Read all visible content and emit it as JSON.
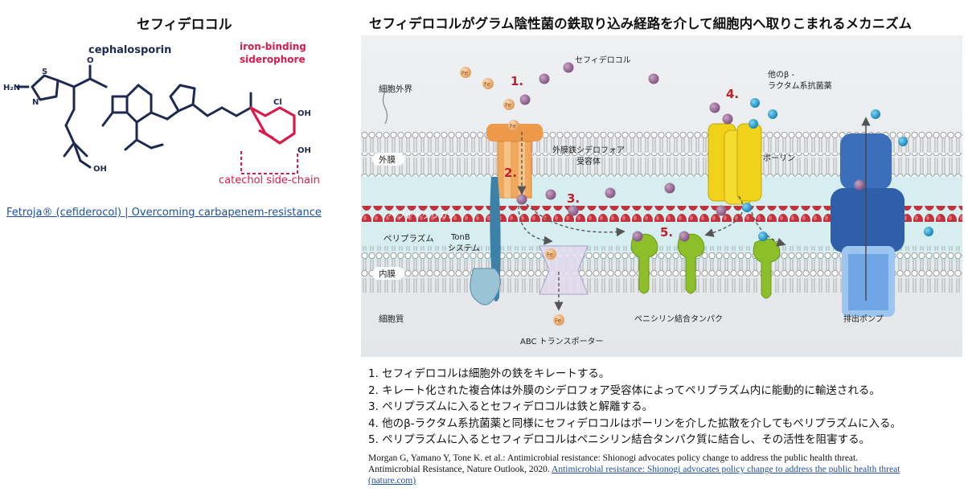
{
  "left": {
    "title": "セフィデロコル",
    "structure_labels": {
      "cephalosporin": "cephalosporin",
      "siderophore_line1": "iron-binding",
      "siderophore_line2": "siderophore",
      "catechol": "catechol side-chain",
      "h2n": "H₂N",
      "s1": "S",
      "n_ring": "N",
      "o1": "O",
      "oh1": "OH",
      "cl": "Cl",
      "oh2": "OH",
      "oh3": "OH"
    },
    "link_text": "Fetroja® (cefiderocol) | Overcoming carbapenem-resistance"
  },
  "right": {
    "title": "セフィデロコルがグラム陰性菌の鉄取り込み経路を介して細胞内へ取りこまれるメカニズム",
    "diagram": {
      "labels": {
        "extracellular": "細胞外界",
        "outer_membrane": "外膜",
        "peptidoglycan": "ペプチドグリカン",
        "periplasm": "ペリプラズム",
        "inner_membrane": "内膜",
        "cytoplasm": "細胞質",
        "cefiderocol": "セフィデロコル",
        "other_beta_line1": "他のβ -",
        "other_beta_line2": "ラクタム系抗菌薬",
        "receptor_line1": "外膜鉄シデロフォア",
        "receptor_line2": "受容体",
        "porin": "ポーリン",
        "tonb_line1": "TonB",
        "tonb_line2": "システム",
        "pbp": "ペニシリン結合タンパク",
        "efflux": "排出ポンプ",
        "abc": "ABC トランスポーター",
        "fe": "Fe"
      },
      "step_numbers": [
        "1.",
        "2.",
        "3.",
        "4.",
        "5."
      ]
    },
    "steps": [
      "1. セフィデロコルは細胞外の鉄をキレートする。",
      "2. キレート化された複合体は外膜のシデロフォア受容体によってペリプラズム内に能動的に輸送される。",
      "3. ペリプラズムに入るとセフィデロコルは鉄と解離する。",
      "4. 他のβ-ラクタム系抗菌薬と同様にセフィデロコルはポーリンを介した拡散を介してもペリプラズムに入る。",
      "5. ペリプラズムに入るとセフィデロコルはペニシリン結合タンパク質に結合し、その活性を阻害する。"
    ],
    "reference": {
      "line1": "Morgan G, Yamano Y, Tone K. et al.: Antimicrobial resistance: Shionogi advocates policy change to address the public health threat.",
      "line2_prefix": "Antimicrobial Resistance, Nature Outlook, 2020. ",
      "link": "Antimicrobial resistance: Shionogi advocates policy change to address the public health threat",
      "link2": "(nature.com)"
    }
  },
  "colors": {
    "navy": "#1e2a4f",
    "crimson": "#d81b4a",
    "cefiderocol": "#9c6f98",
    "iron": "#e8a25a",
    "beta_lactam": "#1e9fd4",
    "porin": "#f0d21a",
    "pbp": "#8dbf2a",
    "efflux": "#2e5fa8",
    "peptidoglycan": "#b3242e",
    "receptor": "#e8913a"
  }
}
